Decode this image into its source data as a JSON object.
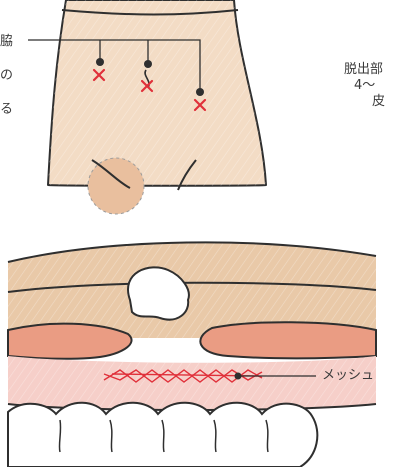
{
  "left_label_lines": [
    "脇",
    "の",
    "る"
  ],
  "right_label_lines": [
    "脱出部",
    "4〜",
    "皮"
  ],
  "mesh_label": "メッシュ",
  "colors": {
    "skin": "#f3dcc5",
    "fat": "#e9c9a8",
    "muscle": "#ea9c83",
    "mesh_layer": "#f6cfc9",
    "mesh_lines": "#e0303a",
    "marker_x": "#e0303a",
    "outline": "#2f2f2f"
  },
  "icons": [
    "cross-mark-icon",
    "suture-hook-icon"
  ]
}
